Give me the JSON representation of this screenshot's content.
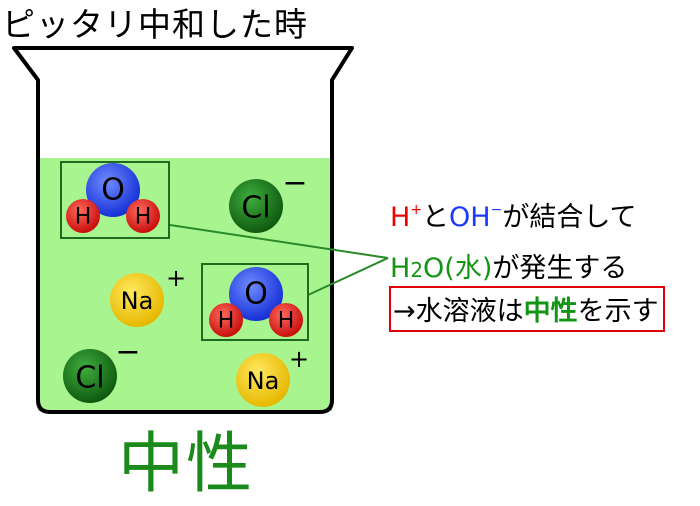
{
  "title": "ピッタリ中和した時",
  "bottom_label": "中性",
  "molecules": {
    "water_atom_o": "O",
    "water_atom_h": "H",
    "chloride": "Cl",
    "chloride_charge": "−",
    "sodium": "Na",
    "sodium_charge": "+"
  },
  "explanation": {
    "h_ion": "H",
    "h_ion_charge": "+",
    "and": "と",
    "oh_ion": "OH",
    "oh_ion_charge": "−",
    "combine": "が結合して",
    "water_h": "H",
    "water_sub": "2",
    "water_o": "O(水)",
    "generate": "が発生する",
    "arrow_solution": "→水溶液は",
    "neutral": "中性",
    "shows": "を示す"
  },
  "colors": {
    "solution_fill": "#a8f48f",
    "red_text": "#ee0000",
    "blue_text": "#1a3bff",
    "green_text": "#149414",
    "box_border": "#e0000b",
    "chloride_ball": "#1e7a1e",
    "sodium_ball": "#f2d21e",
    "oxygen_ball": "#2444e8",
    "hydrogen_ball": "#e02020"
  }
}
